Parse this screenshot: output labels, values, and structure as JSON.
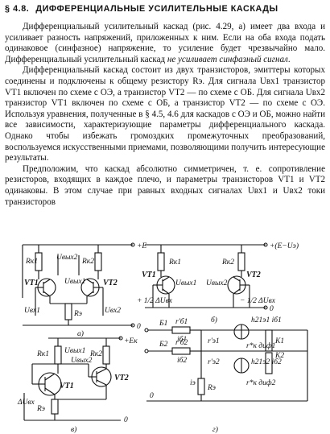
{
  "section": {
    "number": "§ 4.8.",
    "title": "ДИФФЕРЕНЦИАЛЬНЫЕ УСИЛИТЕЛЬНЫЕ КАСКАДЫ"
  },
  "paragraphs": [
    {
      "text": "Дифференциальный усилительный каскад (рис. 4.29, а) имеет два входа и усиливает разность напряжений, приложенных к ним. Если на оба входа подать одинаковое (синфазное) напряжение, то усиление будет чрезвычайно мало. Дифференциальный усилительный каскад ",
      "emph": "не усиливает синфазный сигнал",
      "tail": "."
    },
    {
      "text": "Дифференциальный каскад состоит из двух транзисторов, эмиттеры которых соединены и подключены к общему резистору Rэ. Для сигнала Uвх1 транзистор VT1 включен по схеме с ОЭ, а транзистор VT2 — по схеме с ОБ. Для сигнала Uвх2 транзистор VT1 включен по схеме с ОБ, а транзистор VT2 — по схеме с ОЭ. Используя уравнения, полученные в § 4.5, 4.6 для каскадов с ОЭ и ОБ, можно найти все зависимости, характеризующие параметры дифференциального каскада. Однако чтобы избежать громоздких промежуточных преобразований, воспользуемся искусственными приемами, позволяющими получить интересующие результаты."
    },
    {
      "text": "Предположим, что каскад абсолютно симметричен, т. е. сопротивление резисторов, входящих в каждое плечо, и параметры транзисторов VT1 и VT2 одинаковы. В этом случае при равных входных сигналах Uвх1 и Uвх2 токи транзисторов"
    }
  ],
  "figure": {
    "a": {
      "caption": "а)",
      "rk1": "Rк1",
      "rk2": "Rк2",
      "re": "Rэ",
      "vt1": "VT1",
      "vt2": "VT2",
      "uout1": "Uвых1",
      "uout2": "Uвых2",
      "uin1": "Uвх1",
      "uin2": "Uвх2",
      "plus": "+E",
      "zero": "0"
    },
    "b": {
      "caption": "б)",
      "rk1": "Rк1",
      "rk2": "Rк2",
      "vt1": "VT1",
      "vt2": "VT2",
      "uout1": "Uвых1",
      "uout2": "Uвых2",
      "in1": "+ 1/2 ΔUвх",
      "in2": "− 1/2 ΔUвх",
      "supply": "+(E−Uэ)",
      "zero": "0"
    },
    "v": {
      "caption": "в)",
      "rk1": "Rк1",
      "rk2": "Rк2",
      "re": "Rэ",
      "vt1": "VT1",
      "vt2": "VT2",
      "uout1": "Uвых1",
      "uout2": "Uвых2",
      "duin": "ΔUвх",
      "plus": "+Eк",
      "zero": "0"
    },
    "g": {
      "caption": "г)",
      "b1": "Б1",
      "b2": "Б2",
      "rb1": "r'б1",
      "rb2": "r'б2",
      "ib1": "iб1",
      "ib2": "iб2",
      "k1": "K1",
      "k2": "K2",
      "h1": "h21э1 iб1",
      "h2": "h21э2 iб2",
      "rk_d1": "r*к диф1",
      "rk_d2": "r*к диф2",
      "re1": "r'э1",
      "re2": "r'э2",
      "ie": "iэ",
      "re": "Rэ",
      "zero": "0"
    }
  }
}
